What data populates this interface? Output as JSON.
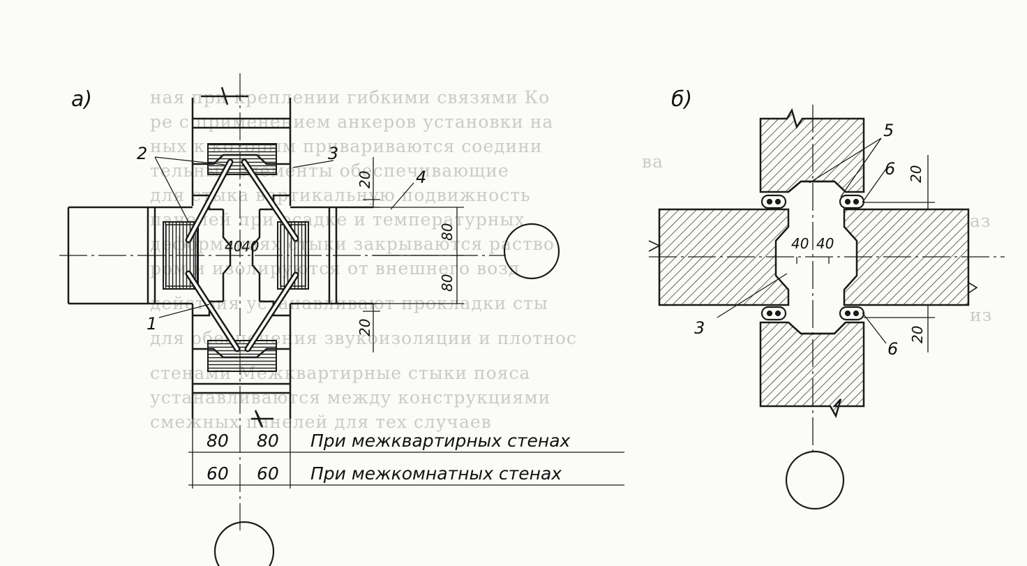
{
  "panel_a": {
    "label": "а)",
    "callouts": {
      "c1": "1",
      "c2": "2",
      "c3": "3",
      "c4": "4"
    },
    "dims": {
      "top": "20",
      "bottom": "20",
      "right_upper": "80",
      "right_lower": "80",
      "center_left": "40",
      "center_right": "40"
    },
    "table": {
      "rows": [
        {
          "left": "80",
          "right": "80",
          "caption": "При межквартирных стенах"
        },
        {
          "left": "60",
          "right": "60",
          "caption": "При межкомнатных стенах"
        }
      ]
    }
  },
  "panel_b": {
    "label": "б)",
    "callouts": {
      "c3": "3",
      "c5": "5",
      "c6_top": "6",
      "c6_bottom": "6"
    },
    "dims": {
      "top": "20",
      "bottom": "20",
      "center_left": "40",
      "center_right": "40"
    }
  },
  "colors": {
    "ink": "#1a1a1a",
    "paper": "#fbfbf8",
    "bleed": "#bdbab4"
  }
}
